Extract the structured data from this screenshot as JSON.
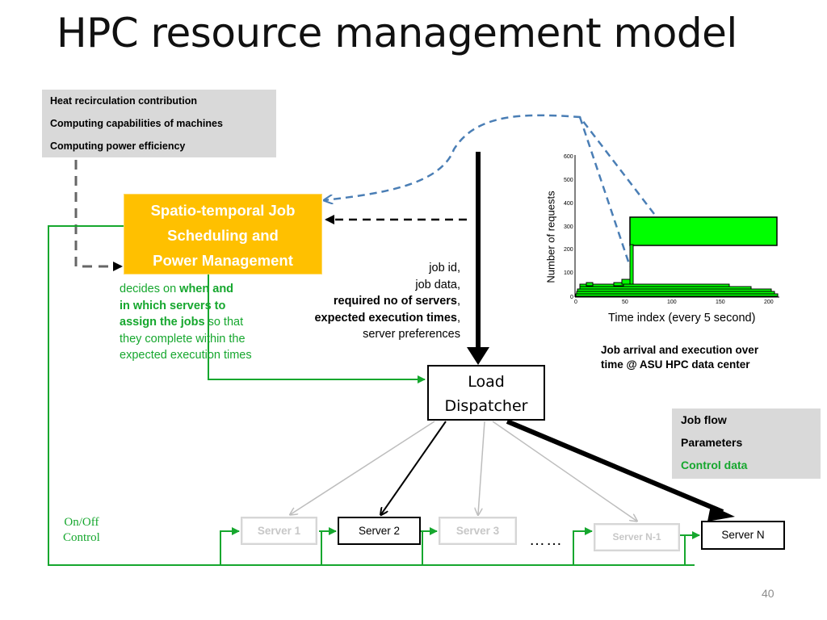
{
  "slide": {
    "title": "HPC resource management model",
    "page_number": "40"
  },
  "parameters_box": {
    "items": [
      "Heat recirculation contribution",
      "Computing capabilities of machines",
      "Computing power efficiency"
    ],
    "bg_color": "#d9d9d9"
  },
  "scheduler": {
    "lines": [
      "Spatio-temporal Job",
      "Scheduling and",
      "Power Management"
    ],
    "bg_color": "#ffc000"
  },
  "scheduler_desc": {
    "part1": "decides on ",
    "bold1": "when and",
    "bold2": "in which servers to",
    "bold3": "assign the jobs",
    "part2": " so that",
    "line4": "they complete within the",
    "line5": "expected execution times"
  },
  "job_info": {
    "line1": "job id,",
    "line2": "job data,",
    "line3_bold": "required no of servers",
    "line3_tail": ",",
    "line4_bold": "expected execution times",
    "line4_tail": ",",
    "line5": "server preferences"
  },
  "dispatcher": {
    "line1": "Load",
    "line2": "Dispatcher"
  },
  "servers": {
    "s1": "Server 1",
    "s2": "Server 2",
    "s3": "Server 3",
    "sn1": "Server N-1",
    "sn": "Server N",
    "ellipsis": "……"
  },
  "onoff": {
    "line1": "On/Off",
    "line2": "Control"
  },
  "chart": {
    "ylabel": "Number of requests",
    "xlabel": "Time index (every 5 second)",
    "caption_line1": "Job arrival and execution over",
    "caption_line2": "time @ ASU HPC data center",
    "x_ticks": [
      "0",
      "50",
      "100",
      "150",
      "200"
    ],
    "y_ticks": [
      "0",
      "100",
      "200",
      "300",
      "400",
      "500",
      "600"
    ],
    "bar_color": "#00ff00"
  },
  "legend": {
    "job_flow": "Job flow",
    "parameters": "Parameters",
    "control_data": "Control data",
    "control_color": "#16a72e"
  },
  "colors": {
    "control_green": "#16a72e",
    "parameter_blue": "#4a7eb5",
    "inactive_gray": "#c7c7c7"
  }
}
